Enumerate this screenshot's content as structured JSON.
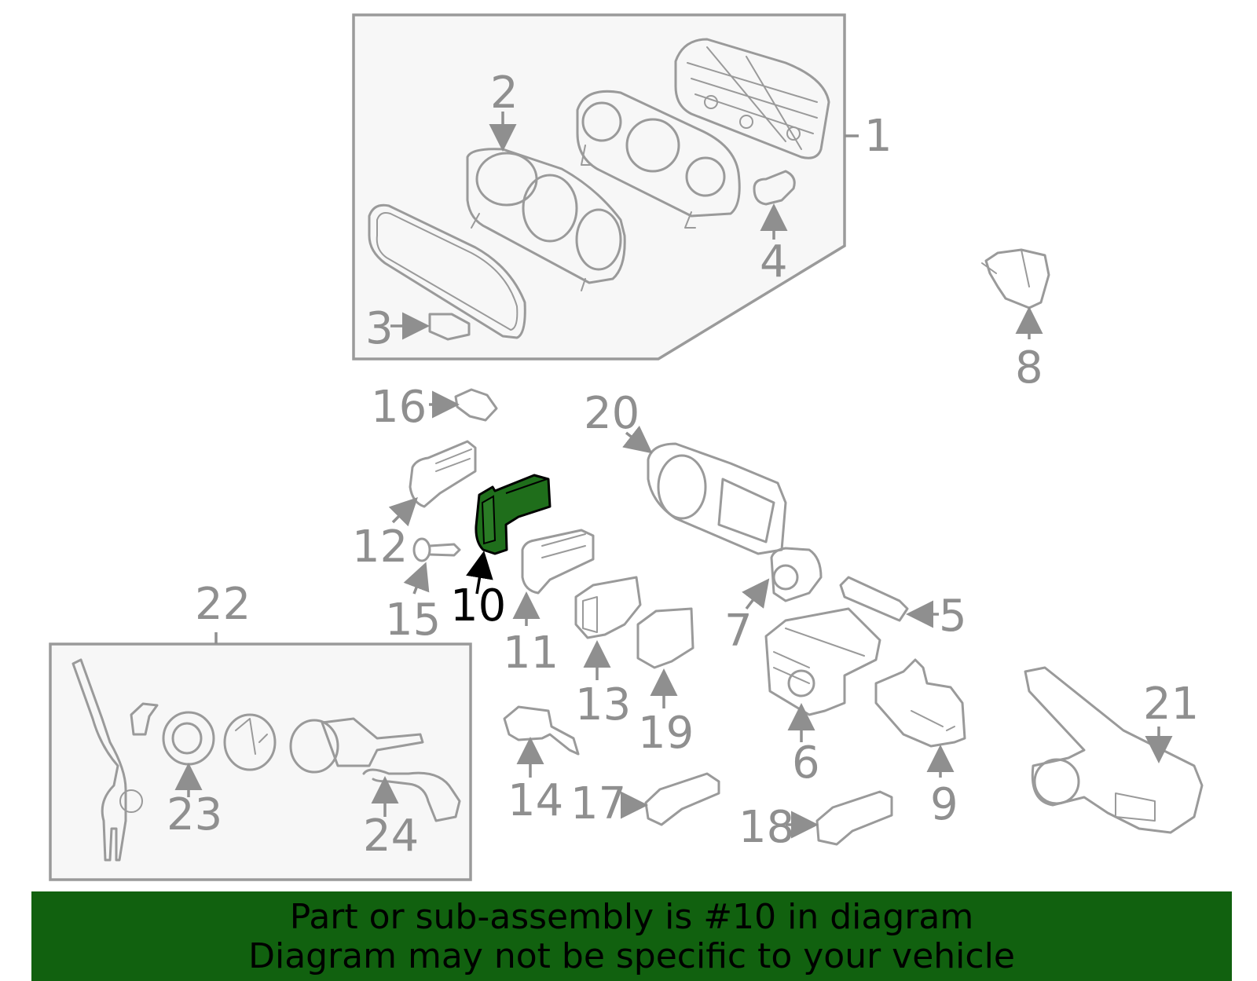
{
  "callouts": {
    "c1": "1",
    "c2": "2",
    "c3": "3",
    "c4": "4",
    "c5": "5",
    "c6": "6",
    "c7": "7",
    "c8": "8",
    "c9": "9",
    "c10": "10",
    "c11": "11",
    "c12": "12",
    "c13": "13",
    "c14": "14",
    "c15": "15",
    "c16": "16",
    "c17": "17",
    "c18": "18",
    "c19": "19",
    "c20": "20",
    "c21": "21",
    "c22": "22",
    "c23": "23",
    "c24": "24"
  },
  "highlight": {
    "part_number": "10",
    "color": "#11610f"
  },
  "footer": {
    "line1": "Part or sub-assembly is #10 in diagram",
    "line2": "Diagram may not be specific to your vehicle",
    "background": "#11610f"
  }
}
